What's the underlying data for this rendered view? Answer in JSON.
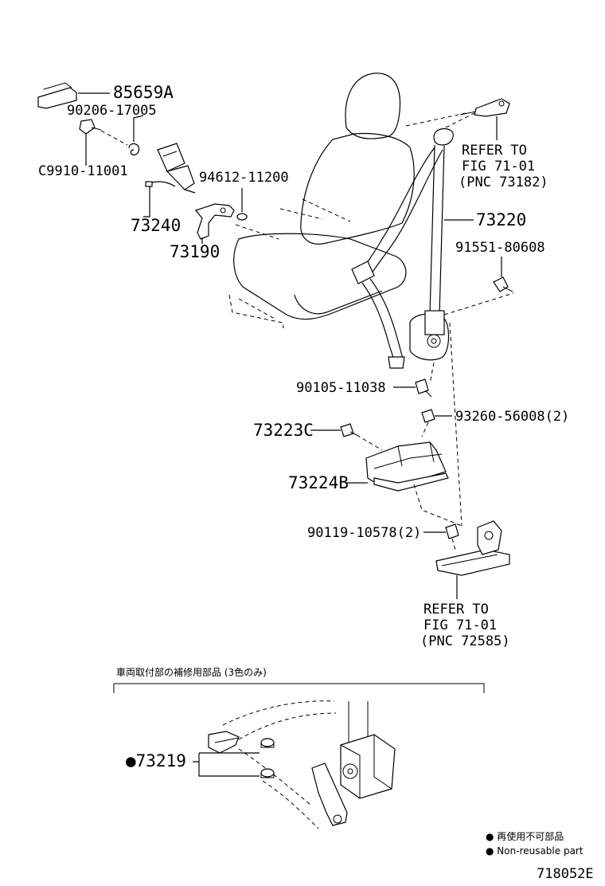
{
  "labels": {
    "p85659A": "85659A",
    "p90206": "90206-17005",
    "pC9910": "C9910-11001",
    "p94612": "94612-11200",
    "p73240": "73240",
    "p73190": "73190",
    "p73220": "73220",
    "p91551": "91551-80608",
    "p90105": "90105-11038",
    "p93260": "93260-56008(2)",
    "p73223C": "73223C",
    "p73224B": "73224B",
    "p90119": "90119-10578(2)",
    "p73219": "●73219"
  },
  "refers": {
    "top": {
      "line1": "REFER TO",
      "line2": "FIG 71-01",
      "line3": "(PNC 73182)"
    },
    "bottom": {
      "line1": "REFER TO",
      "line2": "FIG 71-01",
      "line3": "(PNC 72585)"
    }
  },
  "supplement_caption": "車両取付部の補修用部品 (3色のみ)",
  "legend": {
    "jp": "● 再使用不可部品",
    "en": "● Non-reusable part"
  },
  "figure_code": "718052E"
}
